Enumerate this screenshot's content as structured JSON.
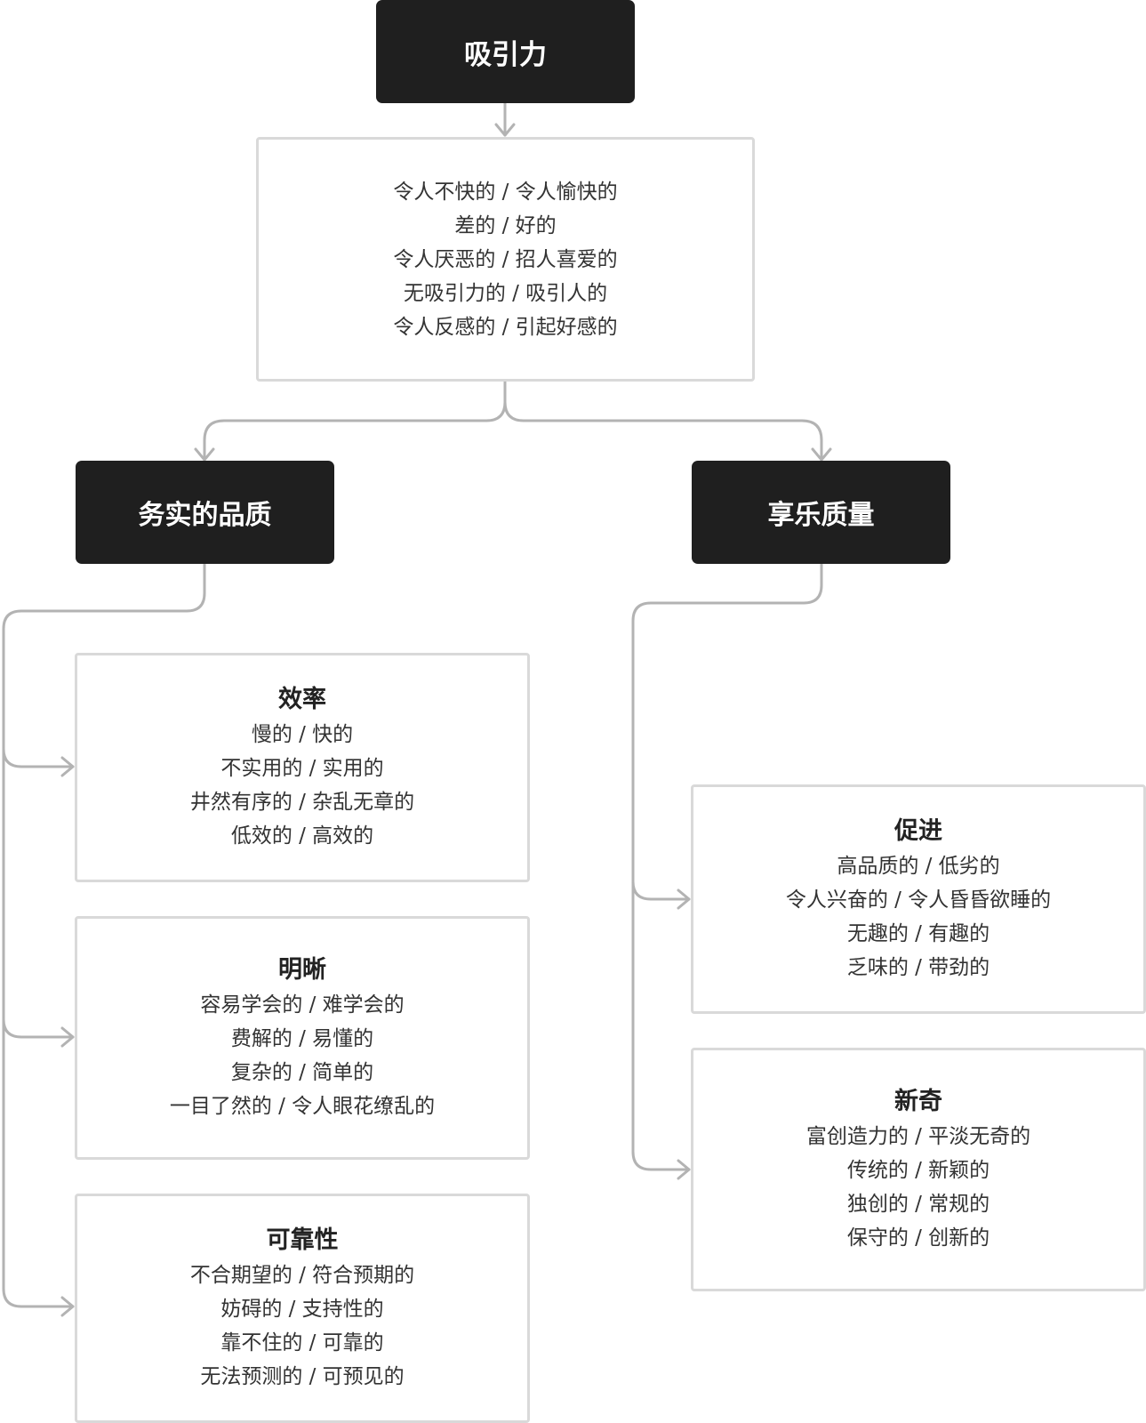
{
  "root": {
    "title": "吸引力"
  },
  "summary": {
    "pairs": [
      "令人不快的 / 令人愉快的",
      "差的 / 好的",
      "令人厌恶的 / 招人喜爱的",
      "无吸引力的 / 吸引人的",
      "令人反感的 / 引起好感的"
    ]
  },
  "pragmatic": {
    "title": "务实的品质",
    "groups": [
      {
        "heading": "效率",
        "pairs": [
          "慢的 / 快的",
          "不实用的 / 实用的",
          "井然有序的 / 杂乱无章的",
          "低效的 / 高效的"
        ]
      },
      {
        "heading": "明晰",
        "pairs": [
          "容易学会的 / 难学会的",
          "费解的 / 易懂的",
          "复杂的 / 简单的",
          "一目了然的 / 令人眼花缭乱的"
        ]
      },
      {
        "heading": "可靠性",
        "pairs": [
          "不合期望的 / 符合预期的",
          "妨碍的 / 支持性的",
          "靠不住的 / 可靠的",
          "无法预测的 / 可预见的"
        ]
      }
    ]
  },
  "hedonic": {
    "title": "享乐质量",
    "groups": [
      {
        "heading": "促进",
        "pairs": [
          "高品质的 / 低劣的",
          "令人兴奋的 / 令人昏昏欲睡的",
          "无趣的 / 有趣的",
          "乏味的 / 带劲的"
        ]
      },
      {
        "heading": "新奇",
        "pairs": [
          "富创造力的 / 平淡无奇的",
          "传统的 / 新颖的",
          "独创的 / 常规的",
          "保守的 / 创新的"
        ]
      }
    ]
  },
  "colors": {
    "dark_node": "#1f1f1f",
    "node_border": "#d9d9d9",
    "connector": "#b3b3b3"
  }
}
